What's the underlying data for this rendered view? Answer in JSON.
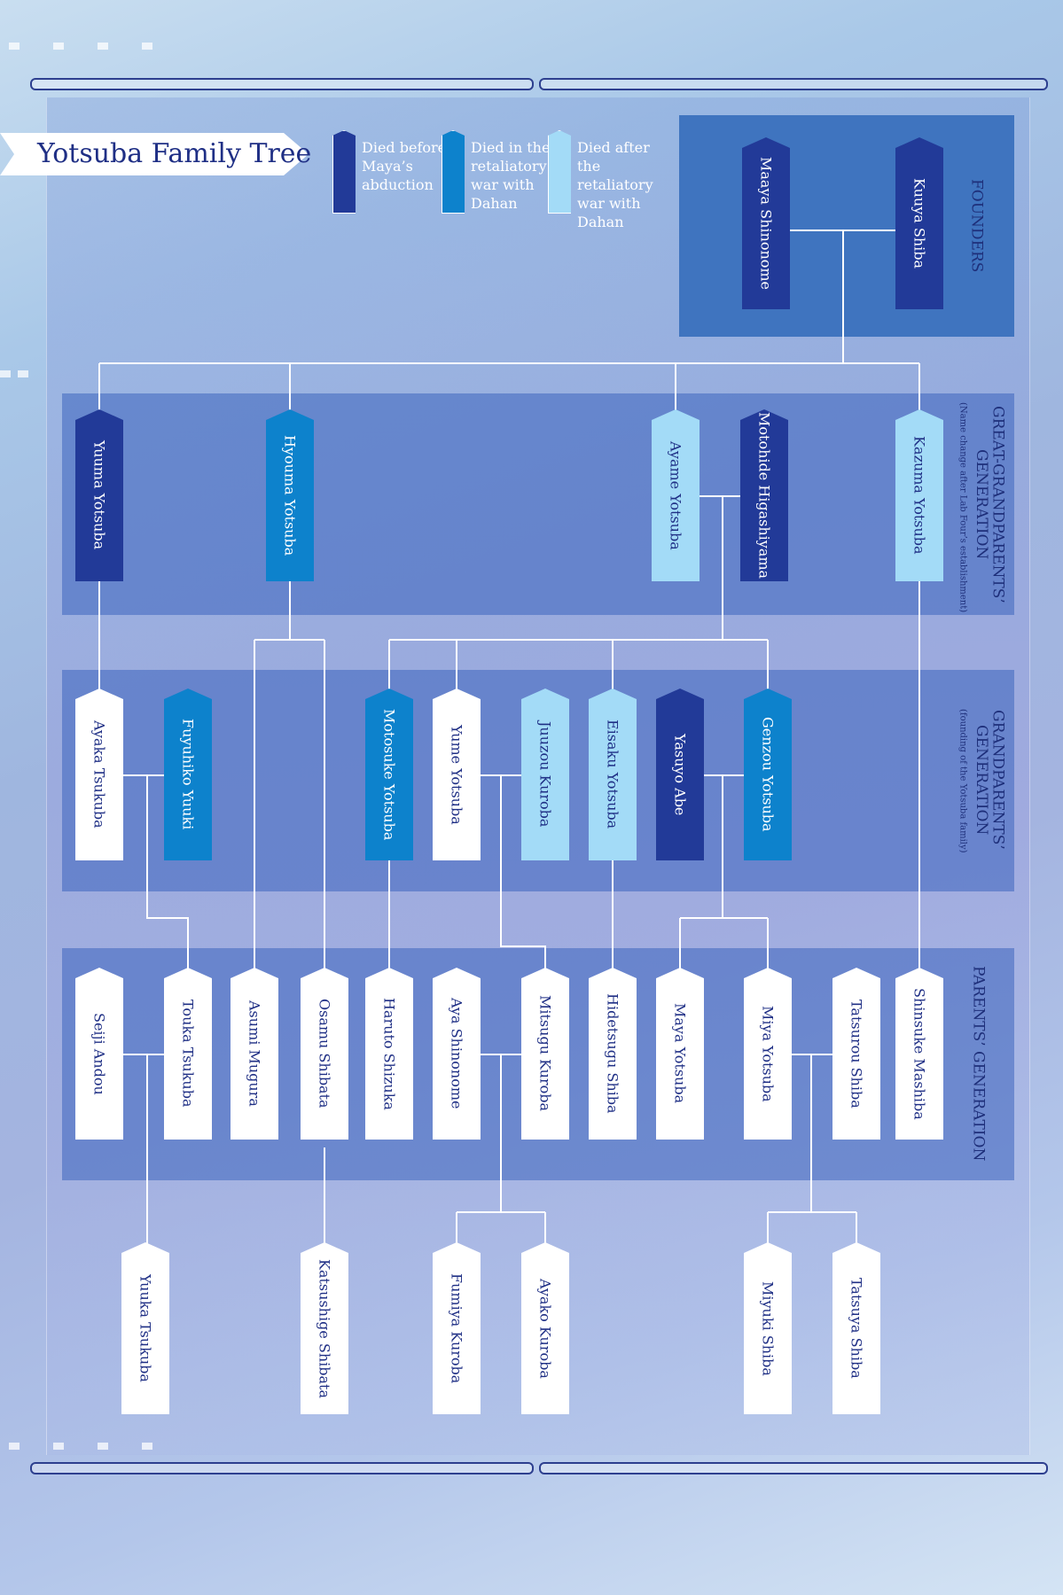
{
  "title": "Yotsuba Family Tree",
  "legend": [
    {
      "status": "dark",
      "text": "Died before Maya’s abduction",
      "color": "#223a98"
    },
    {
      "status": "mid",
      "text": "Died in the retaliatory war with Dahan",
      "color": "#0d82cc"
    },
    {
      "status": "light",
      "text": "Died after the retaliatory war with Dahan",
      "color": "#a3dbf7"
    }
  ],
  "generations": {
    "founders": {
      "label": "FOUNDERS"
    },
    "great_grandparents": {
      "label": "GREAT-GRANDPARENTS’ GENERATION",
      "note": "(Name change after Lab Four’s establishment)"
    },
    "grandparents": {
      "label": "GRANDPARENTS’ GENERATION",
      "note": "(founding of the Yotsuba family)"
    },
    "parents": {
      "label": "PARENTS’ GENERATION"
    }
  },
  "people": {
    "maya_shinonome": {
      "name": "Maaya Shinonome",
      "status": "dark"
    },
    "kuuya_shiba": {
      "name": "Kuuya Shiba",
      "status": "dark"
    },
    "yuuma_yotsuba": {
      "name": "Yuuma Yotsuba",
      "status": "dark"
    },
    "hyouma_yotsuba": {
      "name": "Hyouma Yotsuba",
      "status": "mid"
    },
    "ayame_yotsuba": {
      "name": "Ayame Yotsuba",
      "status": "light"
    },
    "motohide_higashiyama": {
      "name": "Motohide Higashiyama",
      "status": "dark"
    },
    "kazuma_yotsuba": {
      "name": "Kazuma Yotsuba",
      "status": "light"
    },
    "ayaka_tsukuba": {
      "name": "Ayaka Tsukuba",
      "status": "alive"
    },
    "fuyuhiko_yuuki": {
      "name": "Fuyuhiko Yuuki",
      "status": "mid"
    },
    "motosuke_yotsuba": {
      "name": "Motosuke Yotsuba",
      "status": "mid"
    },
    "yume_yotsuba": {
      "name": "Yume Yotsuba",
      "status": "alive"
    },
    "juuzou_kuroba": {
      "name": "Juuzou Kuroba",
      "status": "light"
    },
    "eisaku_yotsuba": {
      "name": "Eisaku Yotsuba",
      "status": "light"
    },
    "yasuyo_abe": {
      "name": "Yasuyo Abe",
      "status": "dark"
    },
    "genzou_yotsuba": {
      "name": "Genzou Yotsuba",
      "status": "mid"
    },
    "seiji_andou": {
      "name": "Seiji Andou",
      "status": "alive"
    },
    "touka_tsukuba": {
      "name": "Touka Tsukuba",
      "status": "alive"
    },
    "asumi_mugura": {
      "name": "Asumi Mugura",
      "status": "alive"
    },
    "osamu_shibata": {
      "name": "Osamu Shibata",
      "status": "alive"
    },
    "haruto_shizuka": {
      "name": "Haruto Shizuka",
      "status": "alive"
    },
    "aya_shinonome": {
      "name": "Aya Shinonome",
      "status": "alive"
    },
    "mitsugu_kuroba": {
      "name": "Mitsugu Kuroba",
      "status": "alive"
    },
    "hidetsugu_shiba": {
      "name": "Hidetsugu Shiba",
      "status": "alive"
    },
    "maya_yotsuba": {
      "name": "Maya Yotsuba",
      "status": "alive"
    },
    "miya_yotsuba": {
      "name": "Miya Yotsuba",
      "status": "alive"
    },
    "tatsurou_shiba": {
      "name": "Tatsurou Shiba",
      "status": "alive"
    },
    "shinsuke_mashiba": {
      "name": "Shinsuke Mashiba",
      "status": "alive"
    },
    "yuuka_tsukuba": {
      "name": "Yuuka Tsukuba",
      "status": "alive"
    },
    "katsushige_shibata": {
      "name": "Katsushige Shibata",
      "status": "alive"
    },
    "fumiya_kuroba": {
      "name": "Fumiya Kuroba",
      "status": "alive"
    },
    "ayako_kuroba": {
      "name": "Ayako Kuroba",
      "status": "alive"
    },
    "miyuki_shiba": {
      "name": "Miyuki Shiba",
      "status": "alive"
    },
    "tatsuya_shiba": {
      "name": "Tatsuya Shiba",
      "status": "alive"
    }
  }
}
